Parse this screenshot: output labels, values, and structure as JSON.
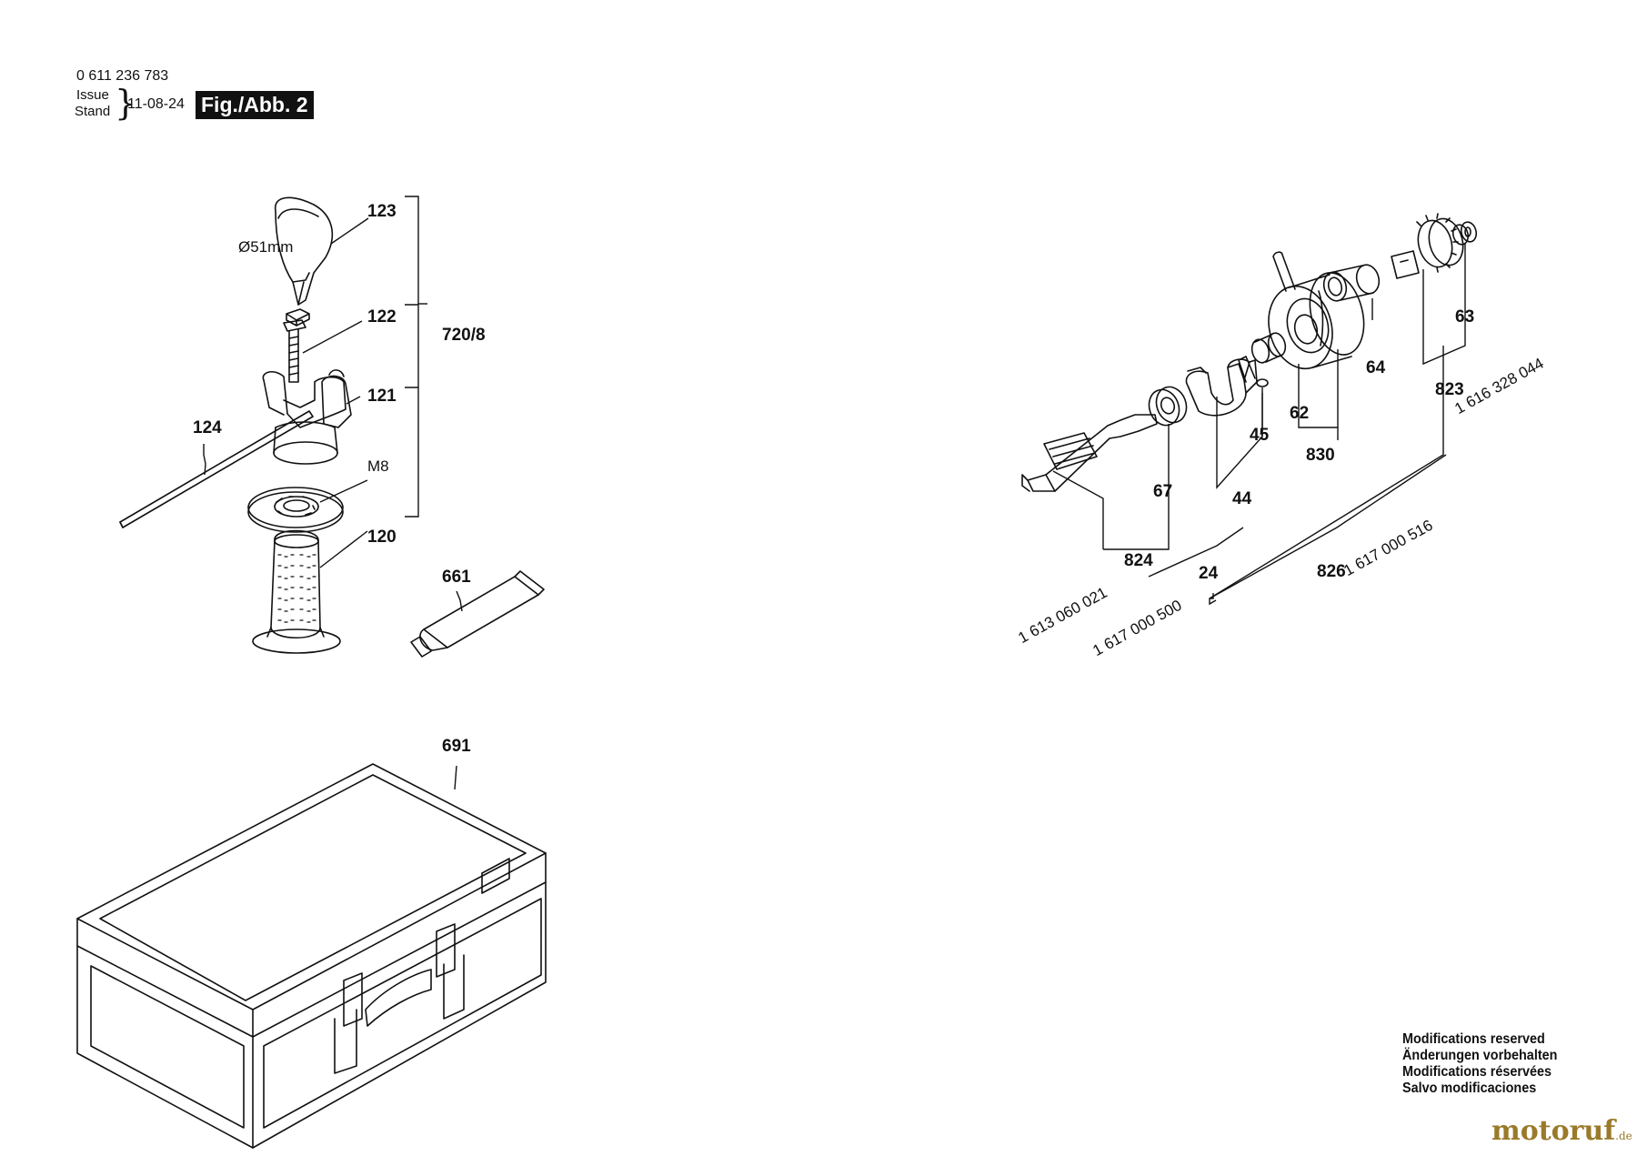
{
  "header": {
    "part_number": "0 611 236 783",
    "issue_label": "Issue",
    "stand_label": "Stand",
    "date": "11-08-24",
    "figure_label": "Fig./Abb. 2"
  },
  "callouts": {
    "c123": "123",
    "diameter": "Ø51mm",
    "c122": "122",
    "c720_8": "720/8",
    "c121": "121",
    "c124": "124",
    "cM8": "M8",
    "c120": "120",
    "c661": "661",
    "c691": "691",
    "c63": "63",
    "c64": "64",
    "c823": "823",
    "pn_823": "1 616 328 044",
    "c62": "62",
    "c830": "830",
    "c45": "45",
    "c67": "67",
    "c44": "44",
    "c824": "824",
    "pn_824": "1 613 060 021",
    "c24": "24",
    "pn_24": "1 617 000 500",
    "c826": "826",
    "pn_826": "1 617 000 516"
  },
  "notes": [
    "Modifications reserved",
    "Änderungen vorbehalten",
    "Modifications réservées",
    "Salvo modificaciones"
  ],
  "watermark": {
    "text": "motoruf",
    "suffix": ".de",
    "color": "#9a7a2a"
  }
}
